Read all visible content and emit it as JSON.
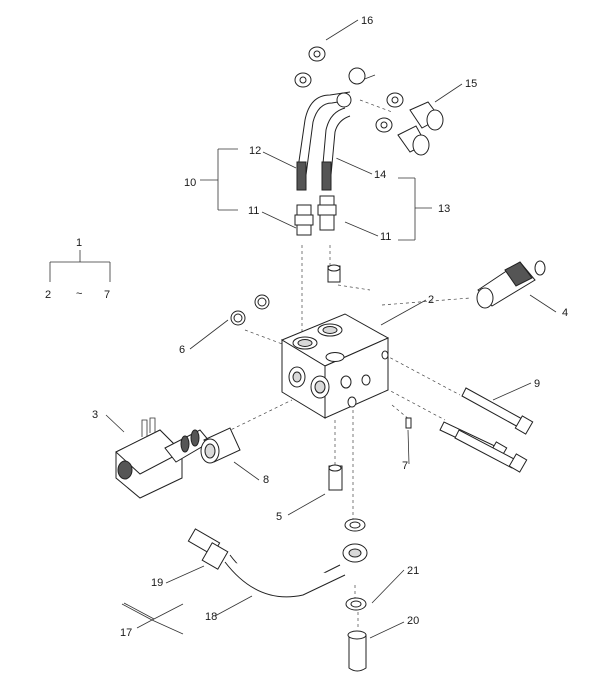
{
  "callouts": {
    "c1": "1",
    "c2": "2",
    "c2b": "2",
    "tilde": "~",
    "c7a": "7",
    "c3": "3",
    "c4": "4",
    "c5": "5",
    "c6": "6",
    "c7": "7",
    "c8": "8",
    "c9": "9",
    "c10": "10",
    "c11a": "11",
    "c11b": "11",
    "c12": "12",
    "c13": "13",
    "c14": "14",
    "c15": "15",
    "c16": "16",
    "c17": "17",
    "c18": "18",
    "c19": "19",
    "c20": "20",
    "c21": "21"
  },
  "colors": {
    "line": "#333333",
    "fill": "#ffffff",
    "shade": "#d9d9d9"
  }
}
